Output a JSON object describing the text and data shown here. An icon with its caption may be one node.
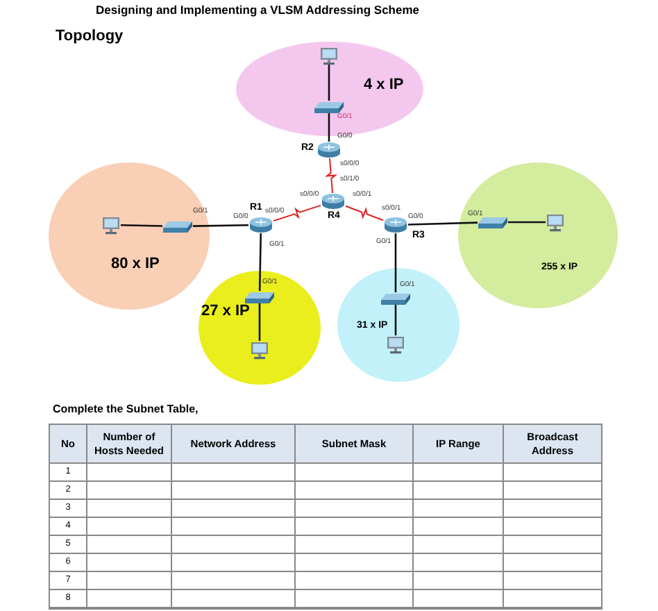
{
  "diagram": {
    "title": "Designing and Implementing a VLSM Addressing Scheme",
    "nodes": [
      {
        "text": [
          "4 x IP"
        ]
      },
      {
        "text": [],
        "shape": "computer",
        "in": 0
      },
      {
        "text": [],
        "shape": "switch",
        "in": 0
      },
      {
        "text": [],
        "shape": "router",
        "beside": [
          "R2"
        ]
      },
      {
        "text": [
          "80 x IP"
        ]
      },
      {
        "text": [],
        "shape": "computer",
        "in": 4
      },
      {
        "text": [],
        "shape": "switch",
        "in": 4
      },
      {
        "text": [],
        "shape": "router",
        "beside": [
          "R1"
        ]
      },
      {
        "text": [],
        "shape": "router",
        "beside": [
          "R4"
        ]
      },
      {
        "text": [],
        "shape": "router",
        "beside": [
          "R3"
        ]
      },
      {
        "text": [
          "255 x IP"
        ]
      },
      {
        "text": [],
        "shape": "switch",
        "in": 10
      },
      {
        "text": [],
        "shape": "computer",
        "in": 10
      },
      {
        "text": [
          "27 x IP"
        ]
      },
      {
        "text": [],
        "shape": "switch",
        "in": 13
      },
      {
        "text": [],
        "shape": "computer",
        "in": 13
      },
      {
        "text": [
          "31 x IP"
        ]
      },
      {
        "text": [],
        "shape": "switch",
        "in": 16
      },
      {
        "text": [],
        "shape": "computer",
        "in": 16
      }
    ],
    "edges": [
      {
        "from": 1,
        "to": 2,
        "arrow": "none"
      },
      {
        "from": 2,
        "to": 3,
        "arrow": "none"
      },
      {
        "from": 3,
        "to": 8,
        "arrow": "none",
        "color": "#e02020"
      },
      {
        "from": 5,
        "to": 6,
        "arrow": "none"
      },
      {
        "from": 6,
        "to": 7,
        "arrow": "none"
      },
      {
        "from": 7,
        "to": 8,
        "arrow": "none",
        "color": "#e02020"
      },
      {
        "from": 8,
        "to": 9,
        "arrow": "none",
        "color": "#e02020"
      },
      {
        "from": 9,
        "to": 11,
        "arrow": "none"
      },
      {
        "from": 11,
        "to": 12,
        "arrow": "none"
      },
      {
        "from": 7,
        "to": 14,
        "arrow": "none"
      },
      {
        "from": 14,
        "to": 15,
        "arrow": "none"
      },
      {
        "from": 9,
        "to": 17,
        "arrow": "none"
      },
      {
        "from": 17,
        "to": 18,
        "arrow": "none"
      }
    ],
    "labels": [
      "Topology",
      "G0/1",
      "G0/0",
      "s0/0/0",
      "s0/1/0",
      "s0/0/0",
      "s0/0/1",
      "G0/1",
      "G0/0",
      "s0/0/0",
      "G0/1",
      "s0/0/1",
      "G0/0",
      "G0/1",
      "G0/1",
      "G0/1",
      "G0/1",
      "Complete the Subnet Table,",
      "No",
      "Number of Hosts Needed",
      "Network Address",
      "Subnet Mask",
      "IP Range",
      "Broadcast Address",
      "1",
      "2",
      "3",
      "4",
      "5",
      "6",
      "7",
      "8"
    ]
  }
}
